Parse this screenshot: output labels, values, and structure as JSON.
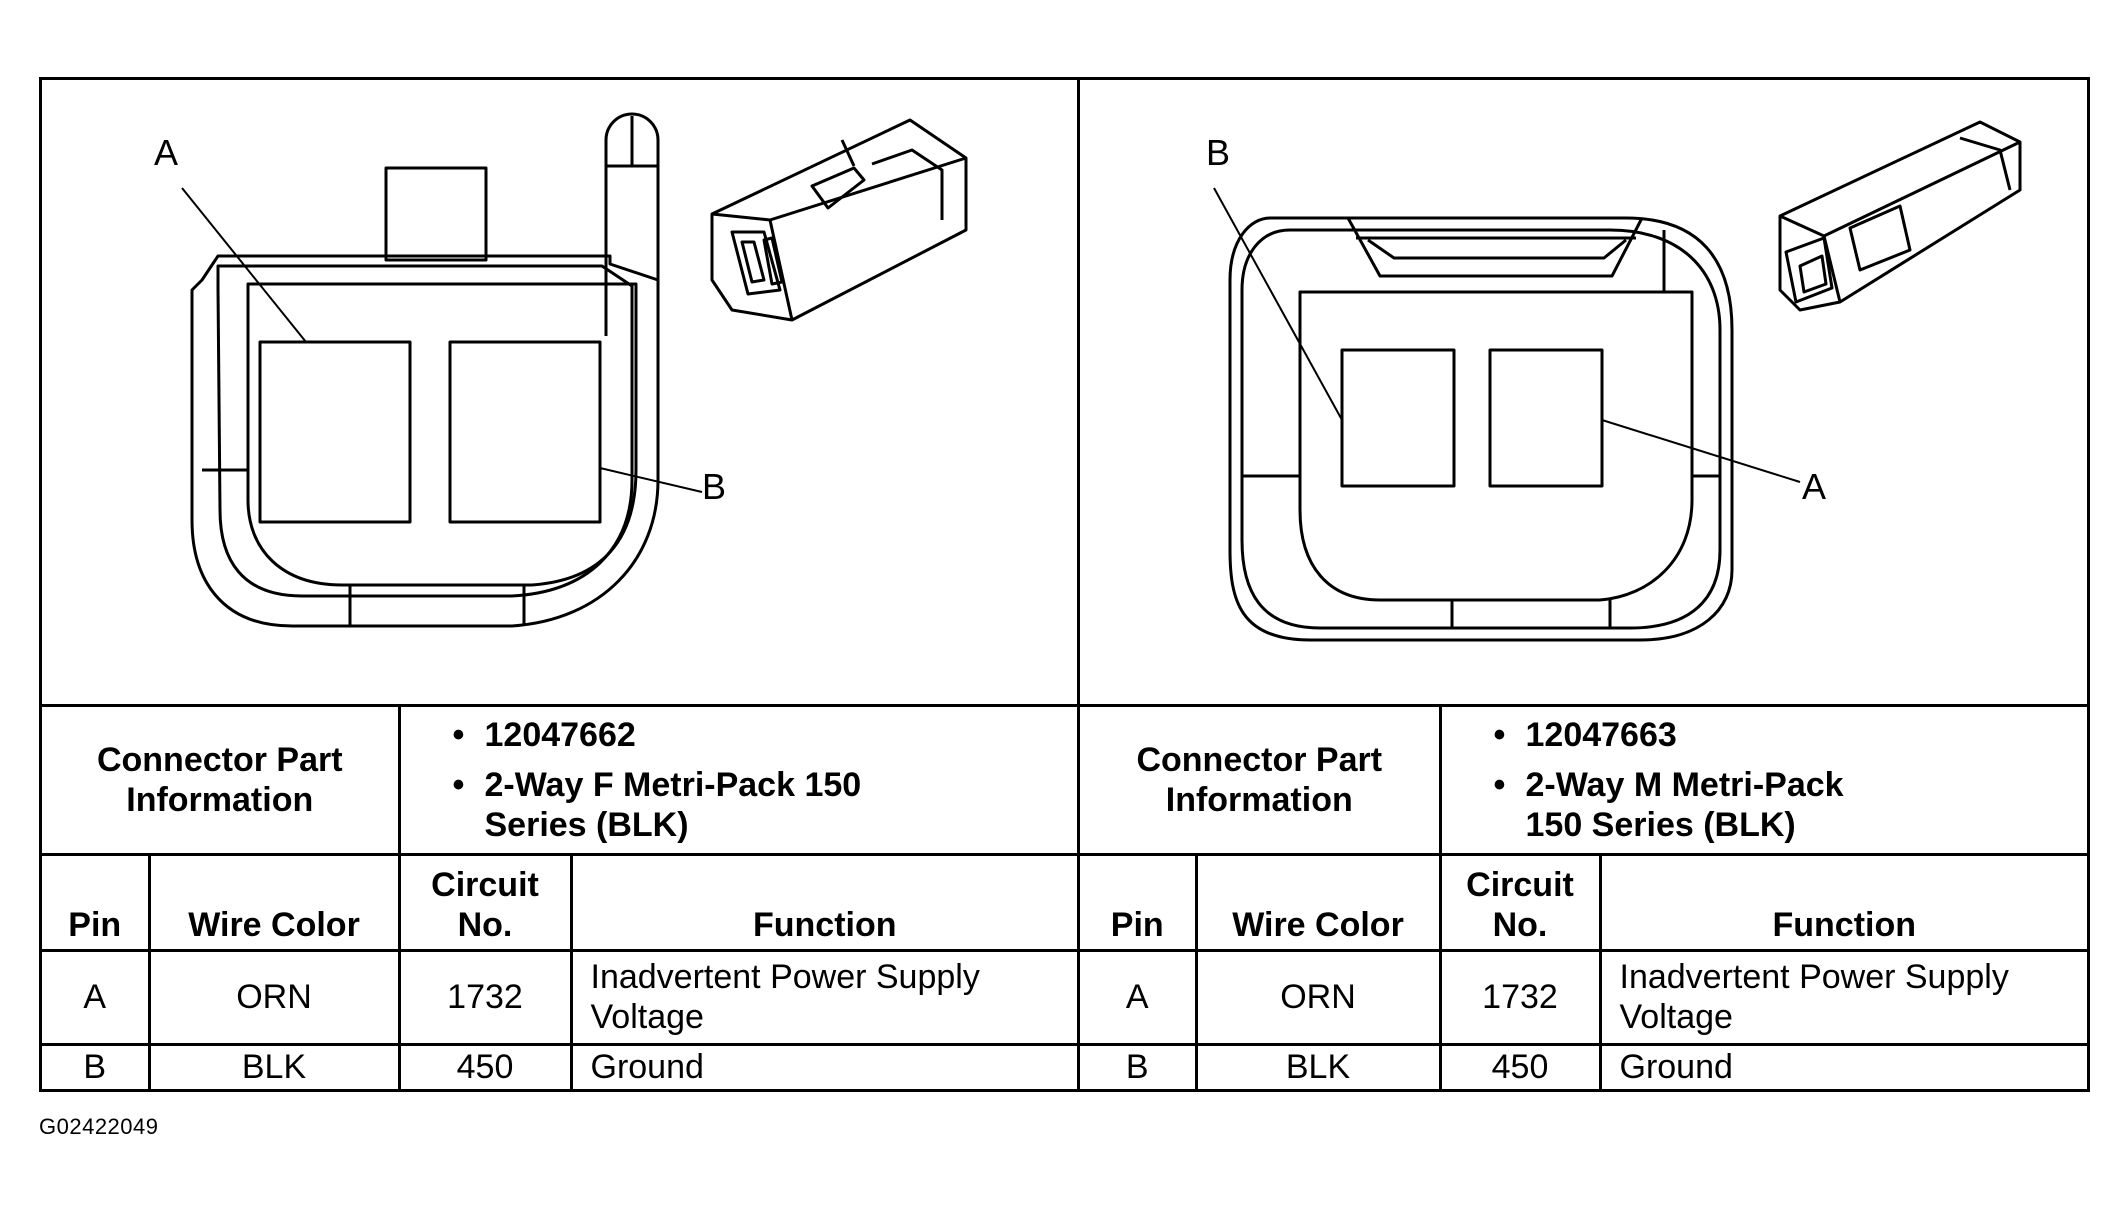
{
  "left": {
    "callout_a": "A",
    "callout_b": "B",
    "connector_info_label": "Connector Part Information",
    "part_info": [
      "12047662",
      "2-Way F Metri-Pack 150 Series (BLK)"
    ],
    "headers": {
      "pin": "Pin",
      "wire_color": "Wire Color",
      "circuit_no": "Circuit No.",
      "function": "Function"
    },
    "rows": [
      {
        "pin": "A",
        "wire_color": "ORN",
        "circuit": "1732",
        "function": "Inadvertent Power Supply Voltage"
      },
      {
        "pin": "B",
        "wire_color": "BLK",
        "circuit": "450",
        "function": "Ground"
      }
    ]
  },
  "right": {
    "callout_a": "A",
    "callout_b": "B",
    "connector_info_label": "Connector Part Information",
    "part_info": [
      "12047663",
      "2-Way M Metri-Pack 150 Series (BLK)"
    ],
    "headers": {
      "pin": "Pin",
      "wire_color": "Wire Color",
      "circuit_no": "Circuit No.",
      "function": "Function"
    },
    "rows": [
      {
        "pin": "A",
        "wire_color": "ORN",
        "circuit": "1732",
        "function": "Inadvertent Power Supply Voltage"
      },
      {
        "pin": "B",
        "wire_color": "BLK",
        "circuit": "450",
        "function": "Ground"
      }
    ]
  },
  "figure_id": "G02422049"
}
